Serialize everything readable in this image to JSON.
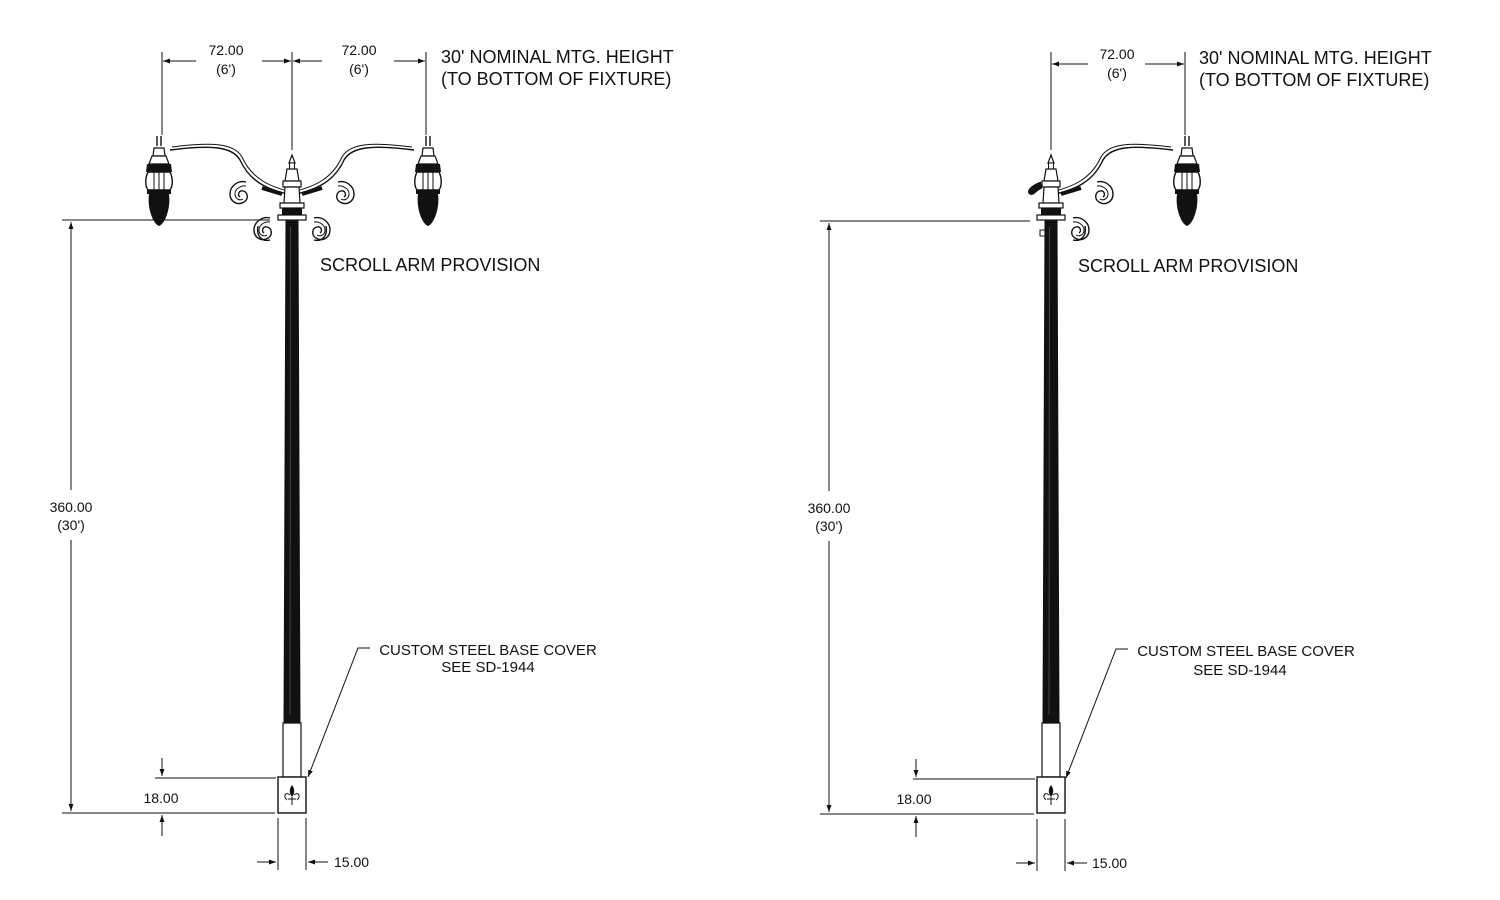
{
  "left_elevation": {
    "arm_dim_left": "72.00",
    "arm_dim_left_ft": "(6')",
    "arm_dim_right": "72.00",
    "arm_dim_right_ft": "(6')",
    "height_note_line1": "30' NOMINAL MTG. HEIGHT",
    "height_note_line2": "(TO BOTTOM OF FIXTURE)",
    "scroll_note": "SCROLL ARM PROVISION",
    "pole_height": "360.00",
    "pole_height_ft": "(30')",
    "base_note_line1": "CUSTOM STEEL BASE COVER",
    "base_note_line2": "SEE SD-1944",
    "base_height": "18.00",
    "base_width": "15.00"
  },
  "right_elevation": {
    "arm_dim": "72.00",
    "arm_dim_ft": "(6')",
    "height_note_line1": "30' NOMINAL MTG. HEIGHT",
    "height_note_line2": "(TO BOTTOM OF FIXTURE)",
    "scroll_note": "SCROLL ARM PROVISION",
    "pole_height": "360.00",
    "pole_height_ft": "(30')",
    "base_note_line1": "CUSTOM STEEL BASE COVER",
    "base_note_line2": "SEE SD-1944",
    "base_height": "18.00",
    "base_width": "15.00"
  }
}
